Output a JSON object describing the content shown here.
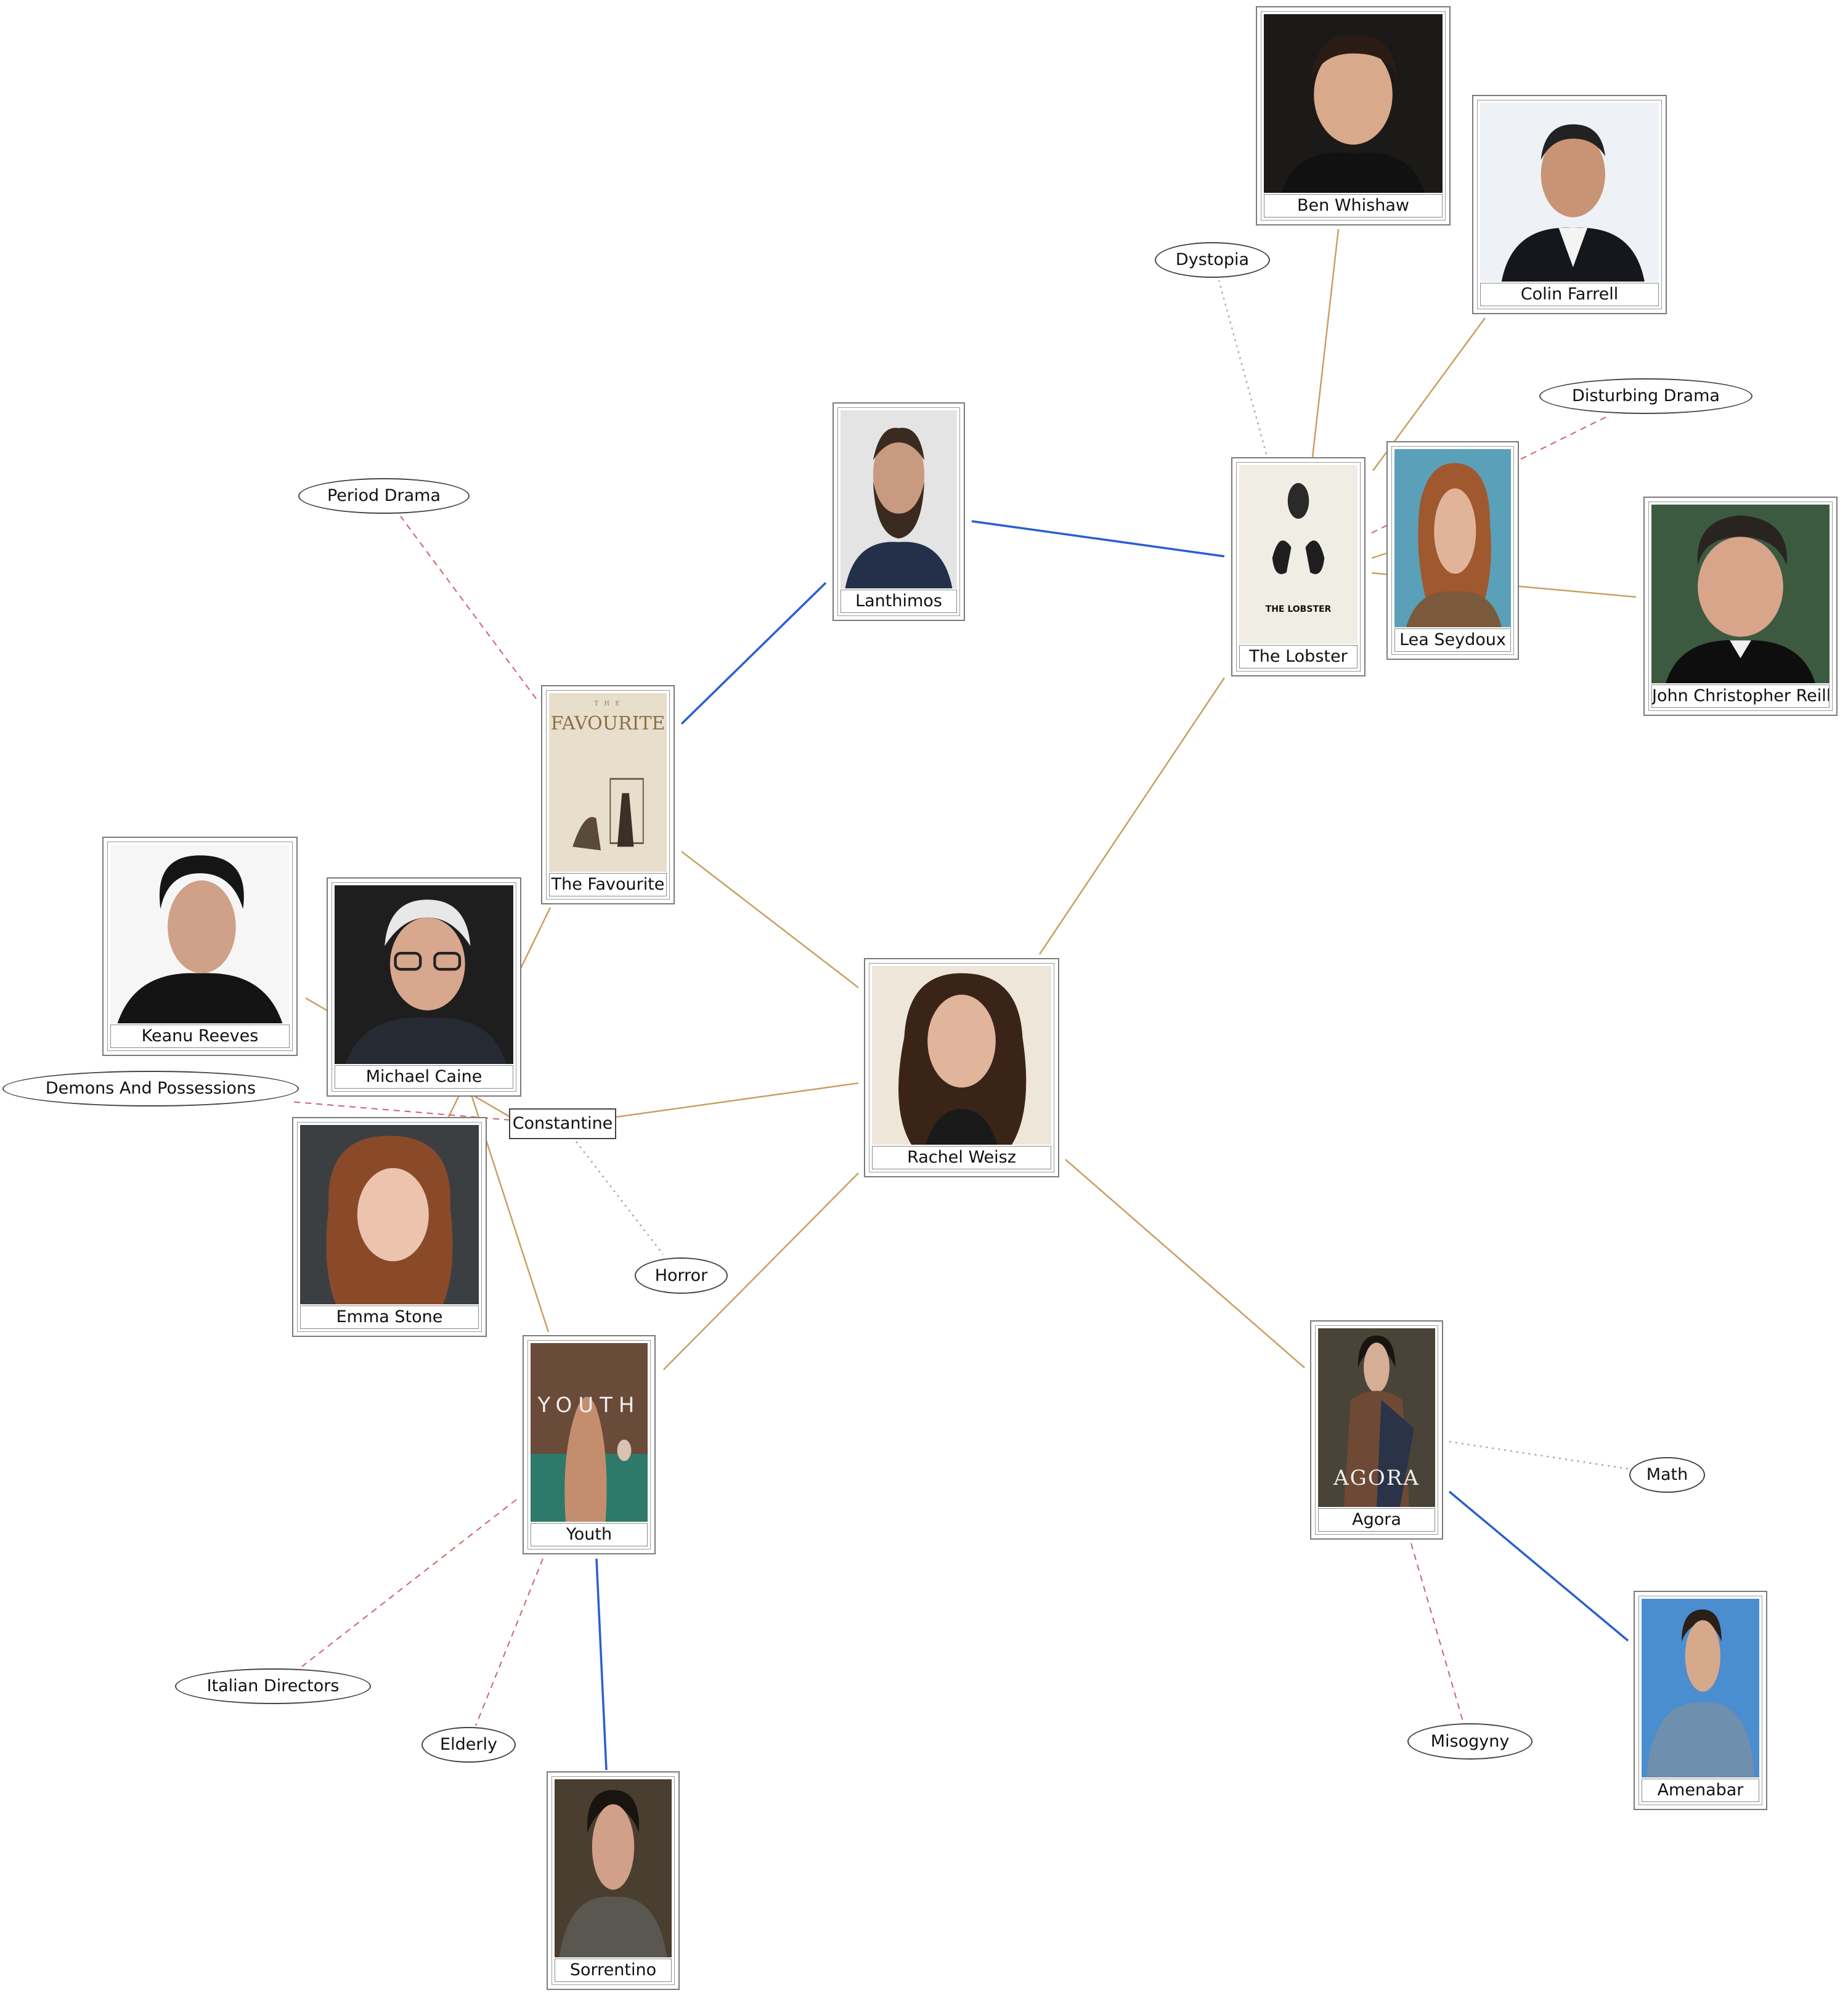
{
  "people": {
    "ben_whishaw": "Ben Whishaw",
    "colin_farrell": "Colin Farrell",
    "lanthimos": "Lanthimos",
    "lea_seydoux": "Lea Seydoux",
    "john_c_reilly": "John Christopher Reilly",
    "keanu_reeves": "Keanu Reeves",
    "michael_caine": "Michael Caine",
    "rachel_weisz": "Rachel Weisz",
    "emma_stone": "Emma Stone",
    "sorrentino": "Sorrentino",
    "amenabar": "Amenabar"
  },
  "movies": {
    "the_lobster": "The Lobster",
    "the_favourite": "The Favourite",
    "youth": "Youth",
    "agora": "Agora",
    "constantine": "Constantine"
  },
  "poster_text": {
    "lobster": "THE LOBSTER",
    "favourite": "FAVOURITE",
    "favourite_small": "T H E",
    "youth": "YOUTH",
    "agora": "AGORA"
  },
  "tags": {
    "dystopia": "Dystopia",
    "disturbing_drama": "Disturbing Drama",
    "period_drama": "Period Drama",
    "demons": "Demons And Possessions",
    "horror": "Horror",
    "math": "Math",
    "italian_directors": "Italian Directors",
    "elderly": "Elderly",
    "misogyny": "Misogyny"
  },
  "edge_colors": {
    "actor": "#c8a060",
    "director": "#2a5fcf",
    "tag": "#d0606a",
    "weak_tag": "#a8a8a8"
  }
}
